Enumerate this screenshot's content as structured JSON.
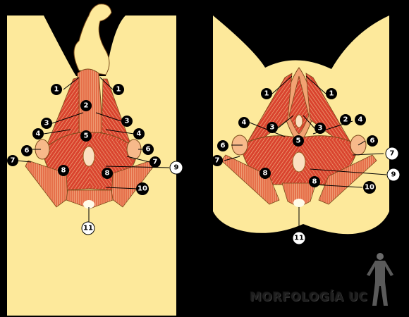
{
  "diagrams": [
    {
      "name": "left-perineum",
      "labels": [
        "1",
        "1",
        "2",
        "3",
        "3",
        "4",
        "4",
        "5",
        "6",
        "6",
        "7",
        "7",
        "8",
        "8",
        "9",
        "10",
        "11"
      ]
    },
    {
      "name": "right-perineum",
      "labels": [
        "1",
        "1",
        "2",
        "3",
        "3",
        "4",
        "4",
        "5",
        "6",
        "6",
        "7",
        "7",
        "8",
        "8",
        "9",
        "10",
        "11"
      ]
    }
  ],
  "brand": {
    "text": "MORFOLOGÍA UC"
  },
  "colors": {
    "skin": "#fde99b",
    "muscle": "#d23b2b",
    "muscle_light": "#ee9a6a",
    "background": "#000000",
    "outline": "#7a4a1a"
  }
}
